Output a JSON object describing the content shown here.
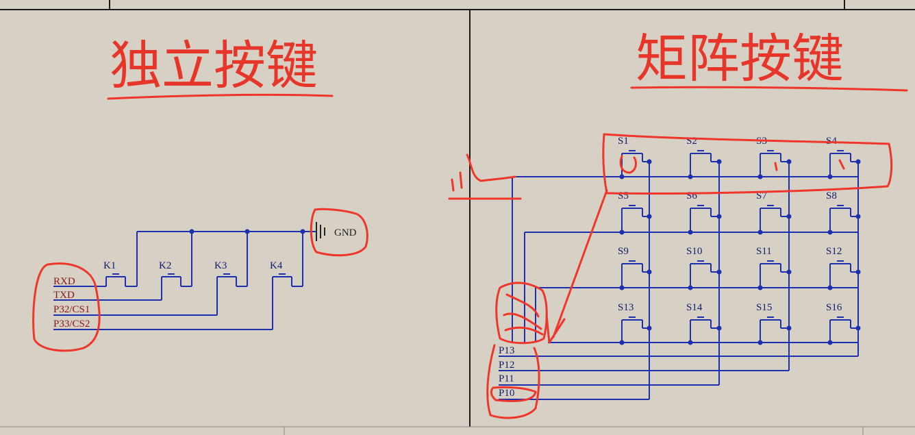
{
  "titles": {
    "independent": "独立按键",
    "matrix": "矩阵按键"
  },
  "independent": {
    "keys": [
      "K1",
      "K2",
      "K3",
      "K4"
    ],
    "nets": [
      "RXD",
      "TXD",
      "P32/CS1",
      "P33/CS2"
    ],
    "ground_label": "GND"
  },
  "matrix": {
    "switches": [
      "S1",
      "S2",
      "S3",
      "S4",
      "S5",
      "S6",
      "S7",
      "S8",
      "S9",
      "S10",
      "S11",
      "S12",
      "S13",
      "S14",
      "S15",
      "S16"
    ],
    "port_labels": [
      "P13",
      "P12",
      "P11",
      "P10"
    ]
  },
  "colors": {
    "background": "#d6d1c4",
    "wire": "#1c2fae",
    "annotation": "#f0362a",
    "frame": "#1a1a1a"
  }
}
